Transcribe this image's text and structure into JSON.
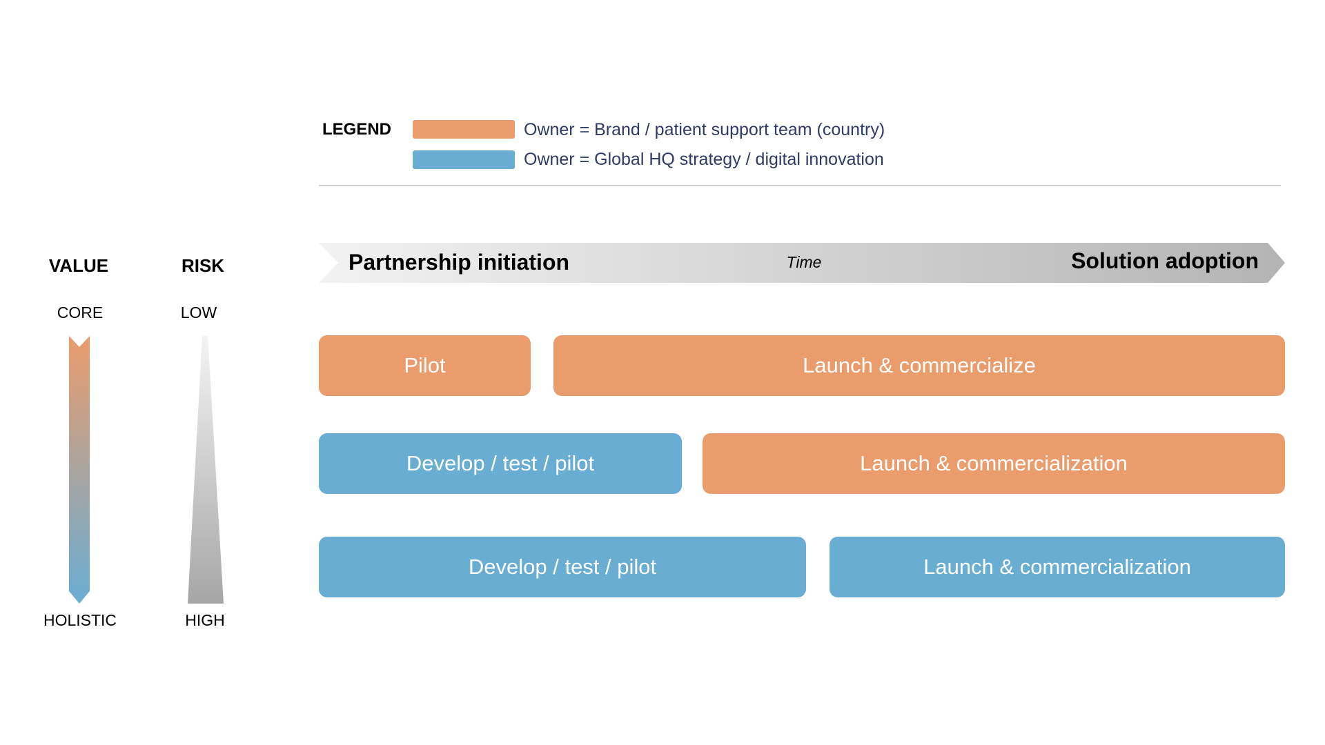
{
  "legend": {
    "title": "LEGEND",
    "items": [
      {
        "label": "Owner = Brand / patient support team (country)",
        "color": "#ea9c6c"
      },
      {
        "label": "Owner = Global HQ strategy / digital innovation",
        "color": "#6aadd3"
      }
    ]
  },
  "scales": {
    "value": {
      "title": "VALUE",
      "top": "CORE",
      "bottom": "HOLISTIC"
    },
    "risk": {
      "title": "RISK",
      "top": "LOW",
      "bottom": "HIGH"
    }
  },
  "timeline": {
    "start": "Partnership initiation",
    "middle": "Time",
    "end": "Solution adoption"
  },
  "rows": [
    [
      {
        "label": "Pilot",
        "owner": "brand"
      },
      {
        "label": "Launch & commercialize",
        "owner": "brand"
      }
    ],
    [
      {
        "label": "Develop / test / pilot",
        "owner": "global"
      },
      {
        "label": "Launch & commercialization",
        "owner": "brand"
      }
    ],
    [
      {
        "label": "Develop / test / pilot",
        "owner": "global"
      },
      {
        "label": "Launch & commercialization",
        "owner": "global"
      }
    ]
  ],
  "colors": {
    "brand": "#ea9c6c",
    "global": "#6aadd3"
  }
}
